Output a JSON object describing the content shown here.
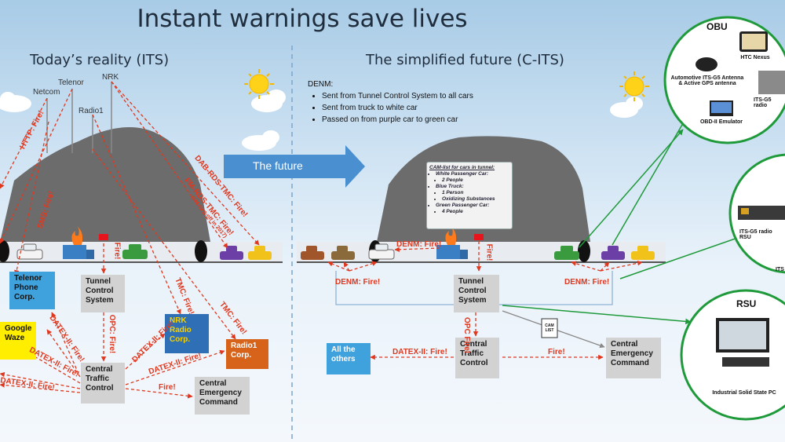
{
  "title": "Instant warnings save lives",
  "left_title": "Today’s reality (ITS)",
  "right_title": "The simplified future (C-ITS)",
  "arrow_label": "The future",
  "towers": {
    "netcom": "Netcom",
    "telenor": "Telenor",
    "nrk": "NRK",
    "radio1": "Radio1"
  },
  "left_boxes": {
    "telenor_corp": "Telenor Phone Corp.",
    "google_waze": "Google Waze",
    "tunnel_control": "Tunnel Control System",
    "nrk_corp": "NRK Radio Corp.",
    "radio1_corp": "Radio1 Corp.",
    "central_traffic": "Central Traffic Control",
    "central_emergency": "Central Emergency Command"
  },
  "left_messages": {
    "http": "HTTP: Fire!",
    "dab": "DAB-RDS-TMC: Fire!",
    "fm": "FM-RDS-TMC: Fire!",
    "fm_note": "(FM turn-off in 2017)",
    "sms": "SMS: Fire!",
    "tmc1": "TMC: Fire!",
    "tmc2": "TMC: Fire!",
    "fire_tunnel": "Fire!",
    "opc": "OPC: Fire!",
    "datex1": "DATEX-II: Fire!",
    "datex2": "DATEX-II: Fire!",
    "datex3": "DATEX-II: Fire!",
    "datex4": "DATEX-II: Fire!",
    "datex5": "DATEX-II: Fire!",
    "fire_emergency": "Fire!"
  },
  "denm": {
    "heading": "DENM:",
    "items": [
      "Sent from Tunnel Control System to all cars",
      "Sent from truck to white car",
      "Passed on from purple car to green car"
    ]
  },
  "cam_list": {
    "heading": "CAM-list for cars in tunnel:",
    "white_car": "White Passenger Car:",
    "white_detail": "2 People",
    "truck": "Blue Truck:",
    "truck_d1": "1 Person",
    "truck_d2": "Oxidizing Substances",
    "green_car": "Green Passenger Car:",
    "green_detail": "4 People"
  },
  "right_boxes": {
    "tunnel_control": "Tunnel Control System",
    "all_others": "All the others",
    "central_traffic": "Central Traffic Control",
    "central_emergency": "Central Emergency Command",
    "cam_doc": "CAM LIST"
  },
  "right_messages": {
    "denm_left": "DENM: Fire!",
    "denm_right": "DENM: Fire!",
    "denm_tunnel": "DENM: Fire!",
    "fire_down": "Fire!",
    "opc": "OPC Fire!",
    "datex": "DATEX-II: Fire!",
    "fire_emergency": "Fire!"
  },
  "obu": {
    "title": "OBU",
    "htc": "HTC Nexus",
    "antenna": "Automotive ITS-G5 Antenna & Active GPS antenna",
    "radio": "ITS-G5 radio",
    "obd": "OBD-II Emulator"
  },
  "rsu_mid": {
    "radio": "ITS-G5 radio RSU",
    "its": "ITS"
  },
  "rsu": {
    "title": "RSU",
    "pc": "Industrial Solid State PC"
  },
  "colors": {
    "red_arrow": "#e0381f",
    "blue_box": "#3fa2dd",
    "yellow_box": "#ffee00",
    "nrk_box": "#2e6fb5",
    "radio1_box": "#d76219",
    "circle_green": "#1f9a3a",
    "future_arrow": "#4a8fd0"
  }
}
